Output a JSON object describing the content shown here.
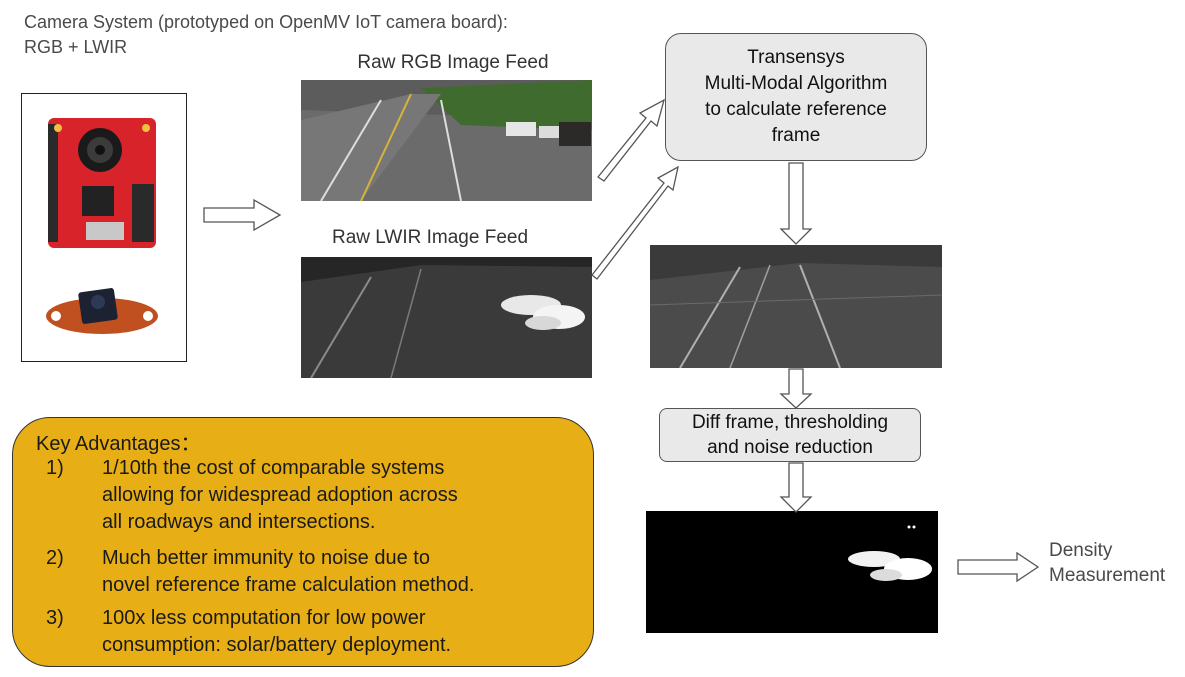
{
  "header": {
    "text": "Camera System (prototyped on OpenMV IoT camera board):\nRGB + LWIR"
  },
  "feeds": {
    "rgb_label": "Raw RGB Image Feed",
    "lwir_label": "Raw LWIR Image Feed"
  },
  "algorithm": {
    "text": "Transensys\nMulti-Modal Algorithm\nto calculate reference\nframe"
  },
  "diff": {
    "text": "Diff frame, thresholding\nand noise reduction"
  },
  "output": {
    "text": "Density\nMeasurement"
  },
  "advantages": {
    "title": "Key Advantages：",
    "items": [
      {
        "num": "1)",
        "text": "1/10th the cost of comparable systems\nallowing for widespread adoption across\nall roadways and intersections."
      },
      {
        "num": "2)",
        "text": "Much better immunity to noise due to\nnovel reference frame calculation method."
      },
      {
        "num": "3)",
        "text": "100x less computation for low power\nconsumption: solar/battery deployment."
      }
    ]
  },
  "colors": {
    "advantages_fill": "#e8ae15",
    "box_fill": "#e9e9e9"
  }
}
